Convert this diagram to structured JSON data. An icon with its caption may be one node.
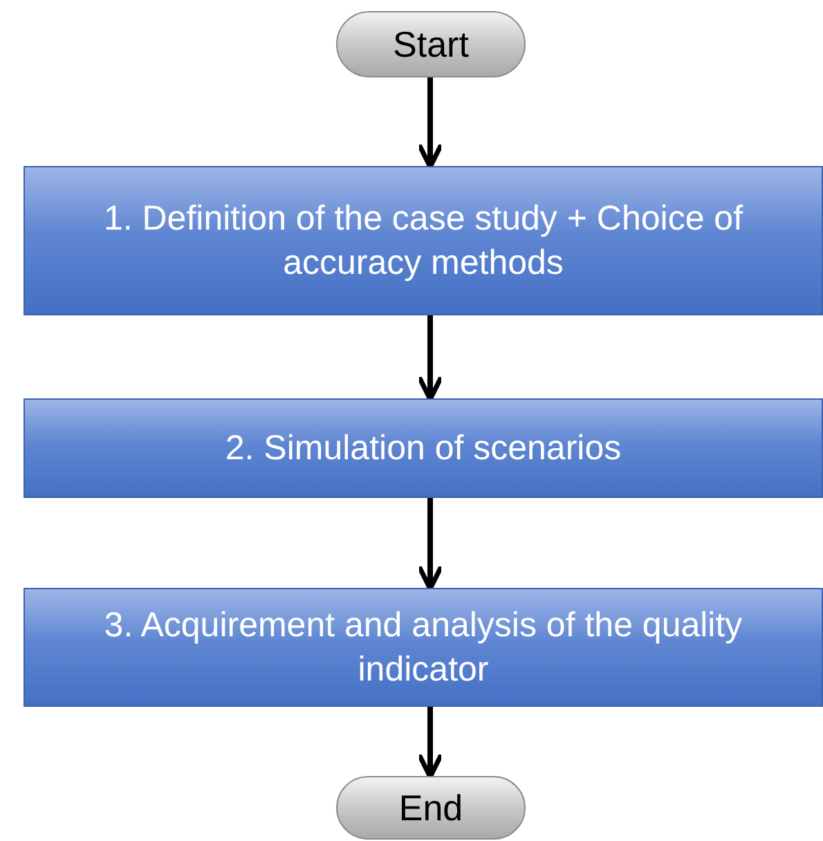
{
  "diagram": {
    "nodes": [
      {
        "text": [
          "Start"
        ]
      },
      {
        "text": [
          "1. Definition of the case study + Choice of accuracy methods"
        ]
      },
      {
        "text": [
          "2. Simulation of scenarios"
        ]
      },
      {
        "text": [
          "3. Acquirement and analysis of the quality indicator"
        ]
      },
      {
        "text": [
          "End"
        ]
      }
    ],
    "edges": [
      {
        "from": 0,
        "to": 1,
        "arrow": "to"
      },
      {
        "from": 1,
        "to": 2,
        "arrow": "to"
      },
      {
        "from": 2,
        "to": 3,
        "arrow": "to"
      },
      {
        "from": 3,
        "to": 4,
        "arrow": "to"
      }
    ]
  }
}
